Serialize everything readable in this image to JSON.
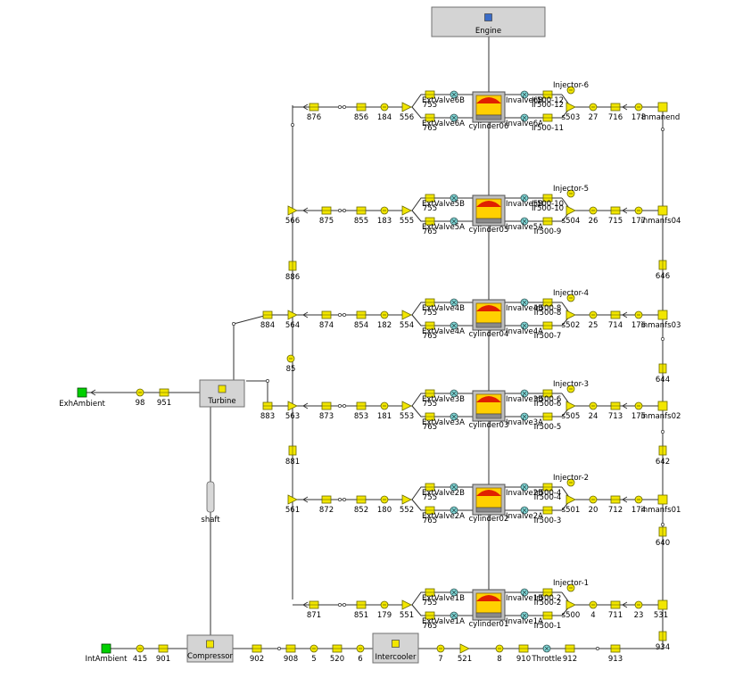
{
  "colors": {
    "canvas": "#ffffff",
    "block_fill": "#d4d4d4",
    "block_border": "#707070",
    "pipe_fill": "#f2e600",
    "pipe_border": "#6a6a00",
    "ambient_fill": "#00d000",
    "cylinder_top": "#e02000",
    "cylinder_mid": "#ffd000",
    "valve_fill": "#7fd6d6",
    "line": "#303030"
  },
  "blocks": {
    "engine": "Engine",
    "turbine": "Turbine",
    "compressor": "Compressor",
    "intercooler": "Intercooler",
    "shaft": "shaft",
    "exh_ambient": "ExhAmbient",
    "int_ambient": "IntAmbient",
    "inmanend": "inmanend"
  },
  "cylinders": [
    {
      "name": "cylinder06",
      "exh_a": "ExtValve6B",
      "exh_b": "ExtValve6A",
      "int_a": "Invalve6B",
      "int_b": "Invalve6A",
      "runner_a": "Ir500-12",
      "runner_b": "Ir500-11",
      "injector": "Injector-6",
      "split": "s503",
      "exh_pipe_a": "755",
      "exh_pipe_b": "765"
    },
    {
      "name": "cylinder05",
      "exh_a": "ExtValve5B",
      "exh_b": "ExtValve5A",
      "int_a": "Invalve5B",
      "int_b": "Invalve5A",
      "runner_a": "Ir500-10",
      "runner_b": "Ir500-9",
      "injector": "Injector-5",
      "split": "s504",
      "exh_pipe_a": "755",
      "exh_pipe_b": "765"
    },
    {
      "name": "cylinder04",
      "exh_a": "ExtValve4B",
      "exh_b": "ExtValve4A",
      "int_a": "Invalve4B",
      "int_b": "Invalve4A",
      "runner_a": "Ir500-8",
      "runner_b": "Ir500-7",
      "injector": "Injector-4",
      "split": "s502",
      "exh_pipe_a": "755",
      "exh_pipe_b": "765"
    },
    {
      "name": "cylinder03",
      "exh_a": "ExtValve3B",
      "exh_b": "ExtValve3A",
      "int_a": "Invalve3B",
      "int_b": "Invalve3A",
      "runner_a": "Ir500-6",
      "runner_b": "Ir500-5",
      "injector": "Injector-3",
      "split": "s505",
      "exh_pipe_a": "755",
      "exh_pipe_b": "765"
    },
    {
      "name": "cylinder02",
      "exh_a": "ExtValve2B",
      "exh_b": "ExtValve2A",
      "int_a": "Invalve2B",
      "int_b": "Invalve2A",
      "runner_a": "Ir500-4",
      "runner_b": "Ir500-3",
      "injector": "Injector-2",
      "split": "s501",
      "exh_pipe_a": "755",
      "exh_pipe_b": "765"
    },
    {
      "name": "cylinder01",
      "exh_a": "ExtValve1B",
      "exh_b": "ExtValve1A",
      "int_a": "Invalve1B",
      "int_b": "Invalve1A",
      "runner_a": "Ir500-2",
      "runner_b": "Ir500-1",
      "injector": "Injector-1",
      "split": "s500",
      "exh_pipe_a": "755",
      "exh_pipe_b": "765"
    }
  ],
  "rows": [
    {
      "exh": [
        "876",
        "856",
        "184",
        "556"
      ],
      "int": [
        "27",
        "716",
        "178"
      ],
      "manifold": "inmanend",
      "collector": ""
    },
    {
      "exh": [
        "566",
        "875",
        "855",
        "183",
        "555"
      ],
      "int": [
        "26",
        "715",
        "177"
      ],
      "manifold": "inmanfs04",
      "collector": ""
    },
    {
      "exh": [
        "564",
        "874",
        "854",
        "182",
        "554"
      ],
      "int": [
        "25",
        "714",
        "176"
      ],
      "manifold": "inmanfs03",
      "collector": "884"
    },
    {
      "exh": [
        "563",
        "873",
        "853",
        "181",
        "553"
      ],
      "int": [
        "24",
        "713",
        "175"
      ],
      "manifold": "inmanfs02",
      "collector": "883"
    },
    {
      "exh": [
        "561",
        "872",
        "852",
        "180",
        "552"
      ],
      "int": [
        "20",
        "712",
        "174"
      ],
      "manifold": "inmanfs01",
      "collector": ""
    },
    {
      "exh": [
        "871",
        "851",
        "179",
        "551"
      ],
      "int": [
        "4",
        "711",
        "23"
      ],
      "manifold": "531",
      "collector": ""
    }
  ],
  "vertical_pipes": {
    "exh_886": "886",
    "exh_881": "881",
    "node_85": "85",
    "int_646": "646",
    "int_644": "644",
    "int_642": "642",
    "int_640": "640",
    "int_934": "934"
  },
  "exhaust_out": [
    "98",
    "951"
  ],
  "intake_chain": [
    "415",
    "901",
    "902",
    "908",
    "5",
    "520",
    "6",
    "7",
    "521",
    "8",
    "910",
    "Throttle",
    "912",
    "913"
  ]
}
